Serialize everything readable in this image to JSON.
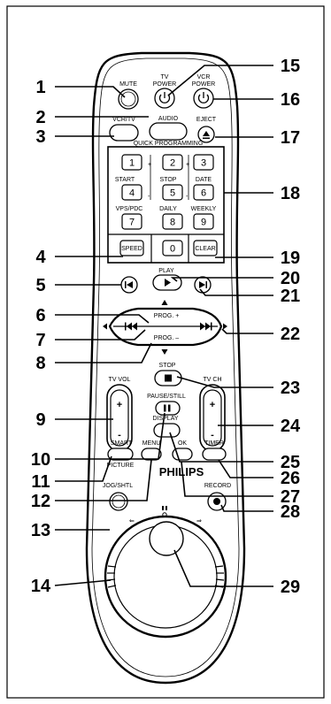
{
  "labels": {
    "mute": "MUTE",
    "tv_power": [
      "TV",
      "POWER"
    ],
    "vcr_power": [
      "VCR",
      "POWER"
    ],
    "audio": "AUDIO",
    "vcr_tv": "VCR/TV",
    "eject": "EJECT",
    "quick_programming": "QUICK PROGRAMMING",
    "start": "START",
    "stop_small": "STOP",
    "date": "DATE",
    "vps_pdc": "VPS/PDC",
    "daily": "DAILY",
    "weekly": "WEEKLY",
    "speed": "SPEED",
    "clear": "CLEAR",
    "play": "PLAY",
    "prog_plus": "PROG. +",
    "prog_minus": "PROG. –",
    "stop": "STOP",
    "tv_vol": "TV VOL",
    "tv_ch": "TV CH",
    "pause_still": "PAUSE/STILL",
    "display": "DISPLAY",
    "smart": "SMART",
    "picture": "PICTURE",
    "menu": "MENU",
    "ok": "OK",
    "timer": "TIMER",
    "brand": "PHILIPS",
    "jog_shtl": "JOG/SHTL",
    "record": "RECORD",
    "plus": "+",
    "minus": "-"
  },
  "keys": [
    "1",
    "2",
    "3",
    "4",
    "5",
    "6",
    "7",
    "8",
    "9",
    "0"
  ],
  "callouts": {
    "left": [
      "1",
      "2",
      "3",
      "4",
      "5",
      "6",
      "7",
      "8",
      "9",
      "10",
      "11",
      "12",
      "13",
      "14"
    ],
    "right": [
      "15",
      "16",
      "17",
      "18",
      "19",
      "20",
      "21",
      "22",
      "23",
      "24",
      "25",
      "26",
      "27",
      "28",
      "29"
    ]
  }
}
